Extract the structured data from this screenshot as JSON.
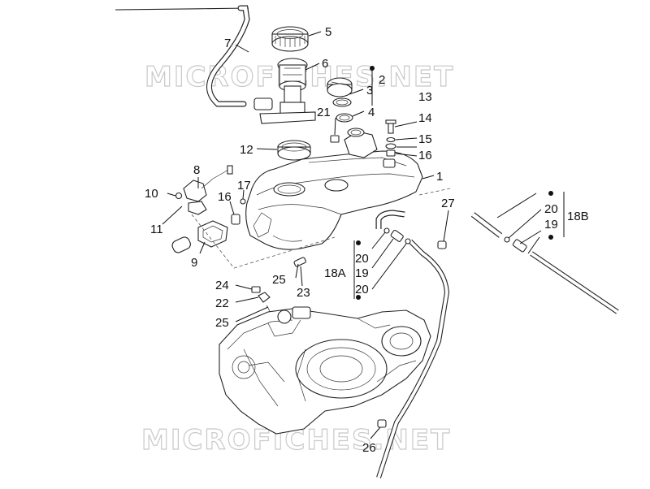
{
  "watermark": {
    "text": "MICROFICHES.NET"
  },
  "callouts": [
    {
      "id": "c5",
      "text": "5"
    },
    {
      "id": "c7",
      "text": "7"
    },
    {
      "id": "c6",
      "text": "6"
    },
    {
      "id": "c2",
      "text": "2"
    },
    {
      "id": "c3",
      "text": "3"
    },
    {
      "id": "c4",
      "text": "4"
    },
    {
      "id": "c21",
      "text": "21"
    },
    {
      "id": "c13",
      "text": "13"
    },
    {
      "id": "c14",
      "text": "14"
    },
    {
      "id": "c15",
      "text": "15"
    },
    {
      "id": "c16a",
      "text": "16"
    },
    {
      "id": "c12",
      "text": "12"
    },
    {
      "id": "c1",
      "text": "1"
    },
    {
      "id": "c8",
      "text": "8"
    },
    {
      "id": "c10",
      "text": "10"
    },
    {
      "id": "c17",
      "text": "17"
    },
    {
      "id": "c16b",
      "text": "16"
    },
    {
      "id": "c11",
      "text": "11"
    },
    {
      "id": "c9",
      "text": "9"
    },
    {
      "id": "c27",
      "text": "27"
    },
    {
      "id": "c20a",
      "text": "20"
    },
    {
      "id": "c18a",
      "text": "18A"
    },
    {
      "id": "c19a",
      "text": "19"
    },
    {
      "id": "c20b",
      "text": "20"
    },
    {
      "id": "c25a",
      "text": "25"
    },
    {
      "id": "c23",
      "text": "23"
    },
    {
      "id": "c24",
      "text": "24"
    },
    {
      "id": "c22",
      "text": "22"
    },
    {
      "id": "c25b",
      "text": "25"
    },
    {
      "id": "c20c",
      "text": "20"
    },
    {
      "id": "c19b",
      "text": "19"
    },
    {
      "id": "c18b",
      "text": "18B"
    },
    {
      "id": "c26",
      "text": "26"
    }
  ]
}
